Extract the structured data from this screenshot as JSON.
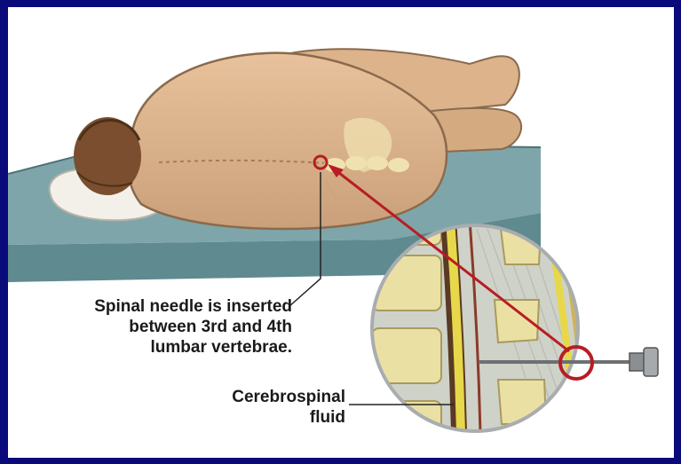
{
  "labels": {
    "needle_line1": "Spinal needle is inserted",
    "needle_line2": "between 3rd and 4th",
    "needle_line3": "lumbar vertebrae.",
    "csf_line1": "Cerebrospinal",
    "csf_line2": "fluid"
  },
  "colors": {
    "border": "#0a0a7a",
    "skin": "#e3b88f",
    "mattress": "#6f9a9f",
    "pointer": "#b81d24",
    "spinal_fluid": "#e6d84a",
    "bone": "#e9dd9b"
  }
}
